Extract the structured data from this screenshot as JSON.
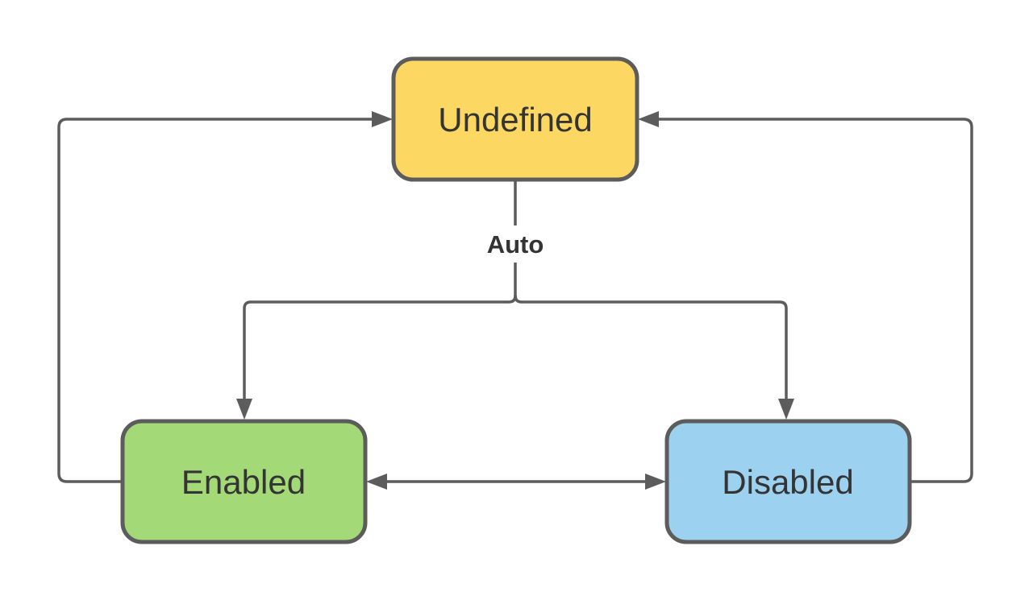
{
  "diagram": {
    "type": "state-diagram",
    "background_color": "#ffffff",
    "stroke_color": "#5c5c5c",
    "text_color": "#343434",
    "nodes": {
      "undefined": {
        "label": "Undefined",
        "fill": "#fcd862"
      },
      "enabled": {
        "label": "Enabled",
        "fill": "#a3d977"
      },
      "disabled": {
        "label": "Disabled",
        "fill": "#9dd1f0"
      }
    },
    "edges": {
      "auto_label": "Auto",
      "list": [
        {
          "from": "Undefined",
          "to": "Enabled",
          "label": "Auto",
          "arrow": "end"
        },
        {
          "from": "Undefined",
          "to": "Disabled",
          "label": "Auto",
          "arrow": "end"
        },
        {
          "from": "Enabled",
          "to": "Disabled",
          "label": "",
          "arrow": "both"
        },
        {
          "from": "Enabled",
          "to": "Undefined",
          "label": "",
          "arrow": "end"
        },
        {
          "from": "Disabled",
          "to": "Undefined",
          "label": "",
          "arrow": "end"
        }
      ]
    }
  }
}
